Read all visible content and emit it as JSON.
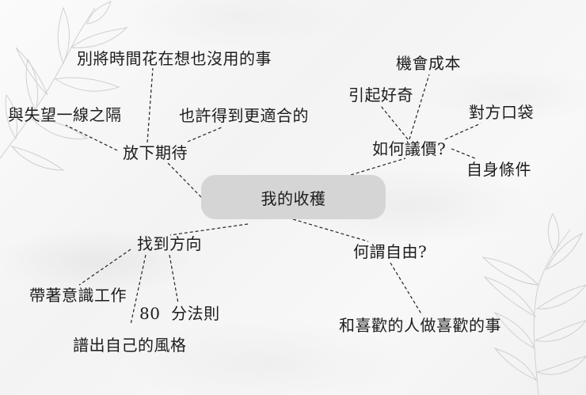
{
  "mindmap": {
    "center": {
      "label": "我的收穫",
      "fill": "#d5d5d5"
    },
    "branches": [
      {
        "label": "放下期待",
        "children": [
          {
            "label": "別將時間花在想也沒用的事"
          },
          {
            "label": "與失望一線之隔"
          },
          {
            "label": "也許得到更適合的"
          }
        ]
      },
      {
        "label": "如何議價?",
        "children": [
          {
            "label": "機會成本"
          },
          {
            "label": "引起好奇"
          },
          {
            "label": "對方口袋"
          },
          {
            "label": "自身條件"
          }
        ]
      },
      {
        "label": "找到方向",
        "children": [
          {
            "label": "帶著意識工作"
          },
          {
            "label": "80  分法則"
          },
          {
            "label": "譜出自己的風格"
          }
        ]
      },
      {
        "label": "何謂自由?",
        "children": [
          {
            "label": "和喜歡的人做喜歡的事"
          }
        ]
      }
    ]
  },
  "style": {
    "connector": "dashed",
    "connector_color": "#222222",
    "text_color": "#1c1c1c",
    "decoration": "leaf-illustration"
  }
}
